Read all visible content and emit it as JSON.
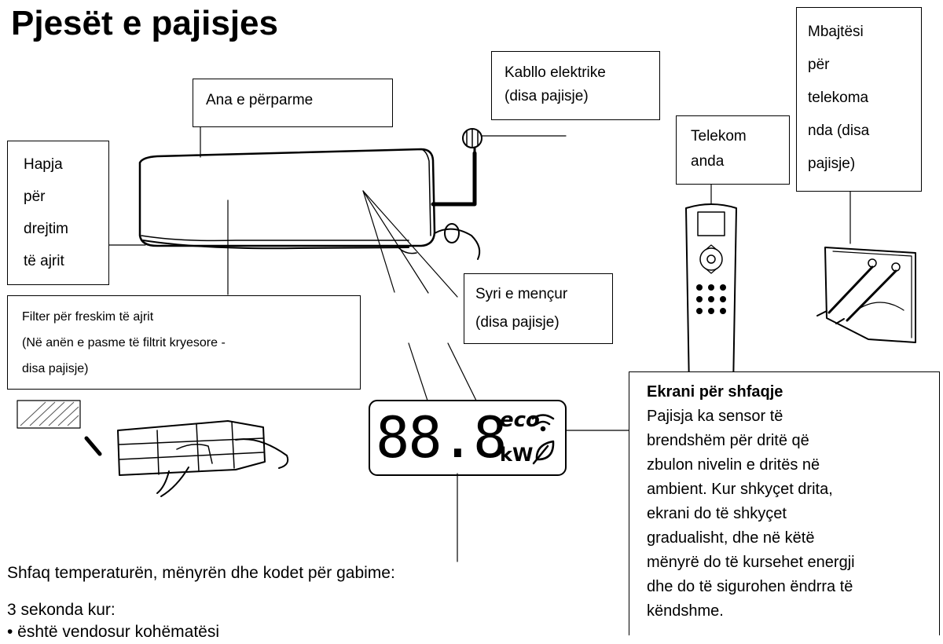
{
  "title": "Pjesët e pajisjes",
  "labels": {
    "front_panel": "Ana e përparme",
    "power_cable": [
      "Kabllo elektrike",
      "(disa pajisje)"
    ],
    "remote_holder": [
      "Mbajtësi",
      "për",
      "telekoma",
      "nda (disa",
      "pajisje)"
    ],
    "remote": [
      "Telekom",
      "anda"
    ],
    "air_outlet": [
      "Hapja",
      "për",
      "drejtim",
      "të ajrit"
    ],
    "smart_eye": [
      "Syri e mençur",
      "(disa pajisje)"
    ],
    "filter": [
      "Filter për freskim të ajrit",
      "(Në anën e pasme të filtrit kryesore -",
      "disa pajisje)"
    ]
  },
  "display": {
    "heading": "Ekrani për shfaqje",
    "description": [
      "Pajisja ka sensor të",
      "brendshëm për dritë që",
      "zbulon nivelin e dritës në",
      "ambient. Kur shkyçet drita,",
      "ekrani do të shkyçet",
      "gradualisht, dhe në këtë",
      "mënyrë do të kursehet energji",
      "dhe do të sigurohen ëndrra të",
      "këndshme."
    ],
    "digits": "88.8",
    "eco_label": "eco",
    "kw_label": "kW"
  },
  "bottom_text": {
    "line1": "Shfaq temperaturën, mënyrën dhe kodet për gabime:",
    "line2": "3 sekonda kur:",
    "line3": "• është vendosur kohëmatësi"
  }
}
